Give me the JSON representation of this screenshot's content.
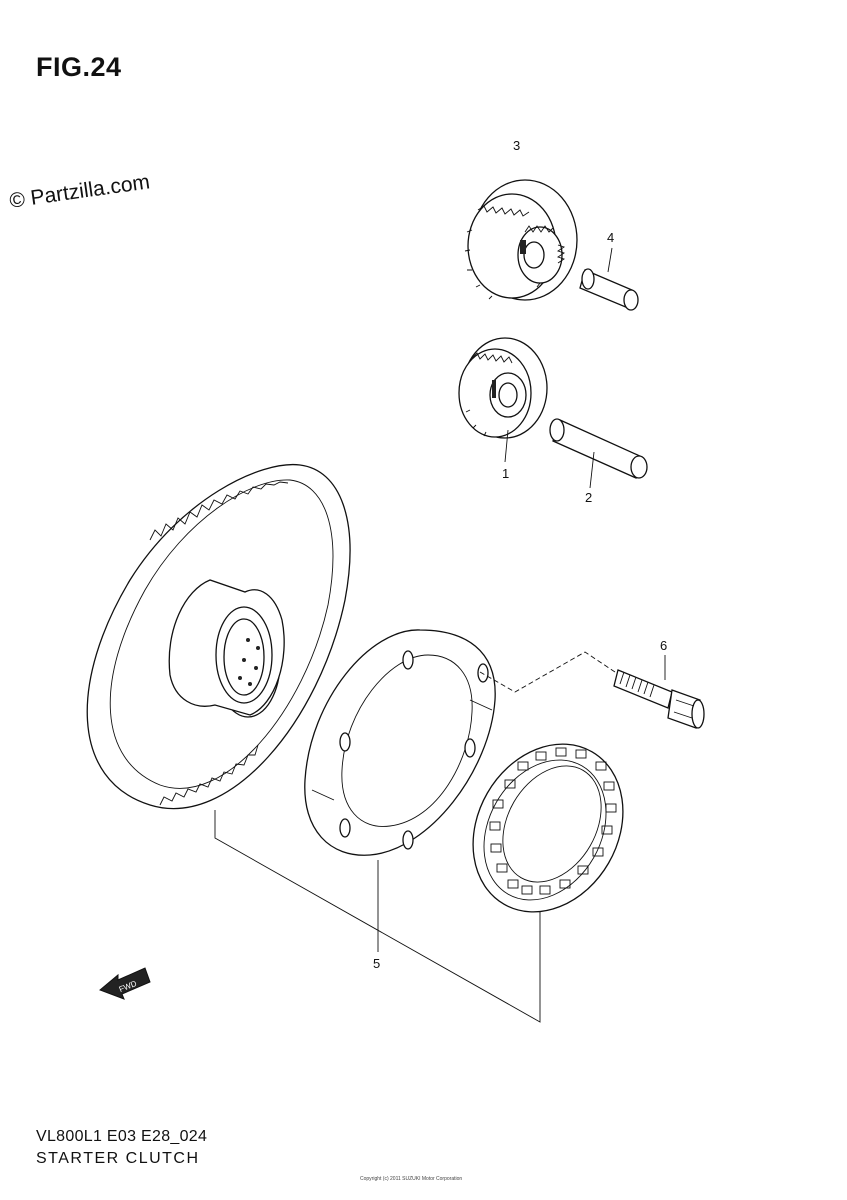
{
  "figure": {
    "title": "FIG.24",
    "watermark": "© Partzilla.com",
    "footer_code": "VL800L1 E03 E28_024",
    "footer_name": "STARTER CLUTCH",
    "copyright_note": "Copyright (c) 2011 SUZUKI Motor Corporation"
  },
  "callouts": [
    {
      "id": "1",
      "label": "1"
    },
    {
      "id": "2",
      "label": "2"
    },
    {
      "id": "3",
      "label": "3"
    },
    {
      "id": "4",
      "label": "4"
    },
    {
      "id": "5",
      "label": "5"
    },
    {
      "id": "6",
      "label": "6"
    }
  ],
  "direction_marker": {
    "label": "FWD",
    "icon": "forward-arrow-icon"
  }
}
